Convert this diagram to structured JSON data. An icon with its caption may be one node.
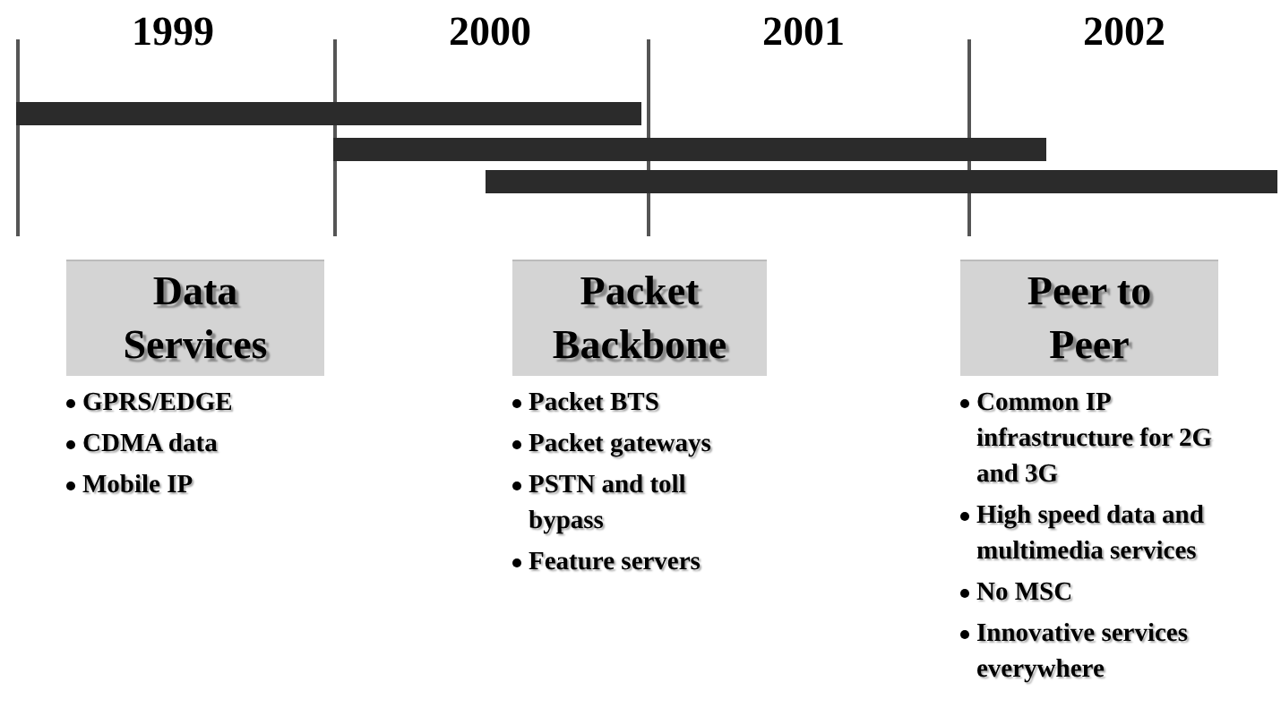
{
  "diagram": {
    "nodes": [
      {
        "text": [],
        "shape": "bar"
      },
      {
        "text": [],
        "shape": "bar"
      },
      {
        "text": [],
        "shape": "bar"
      },
      {
        "text": [
          "Data Services"
        ],
        "beside": [
          "GPRS/EDGE",
          "CDMA data",
          "Mobile IP"
        ]
      },
      {
        "text": [
          "Packet Backbone"
        ],
        "beside": [
          "Packet BTS",
          "Packet gateways",
          "PSTN and toll bypass",
          "Feature servers"
        ]
      },
      {
        "text": [
          "Peer to Peer"
        ],
        "beside": [
          "Common IP infrastructure for 2G and 3G",
          "High speed data and multimedia services",
          "No MSC",
          "Innovative services everywhere"
        ]
      }
    ],
    "labels": [
      "1999",
      "2000",
      "2001",
      "2002"
    ]
  }
}
